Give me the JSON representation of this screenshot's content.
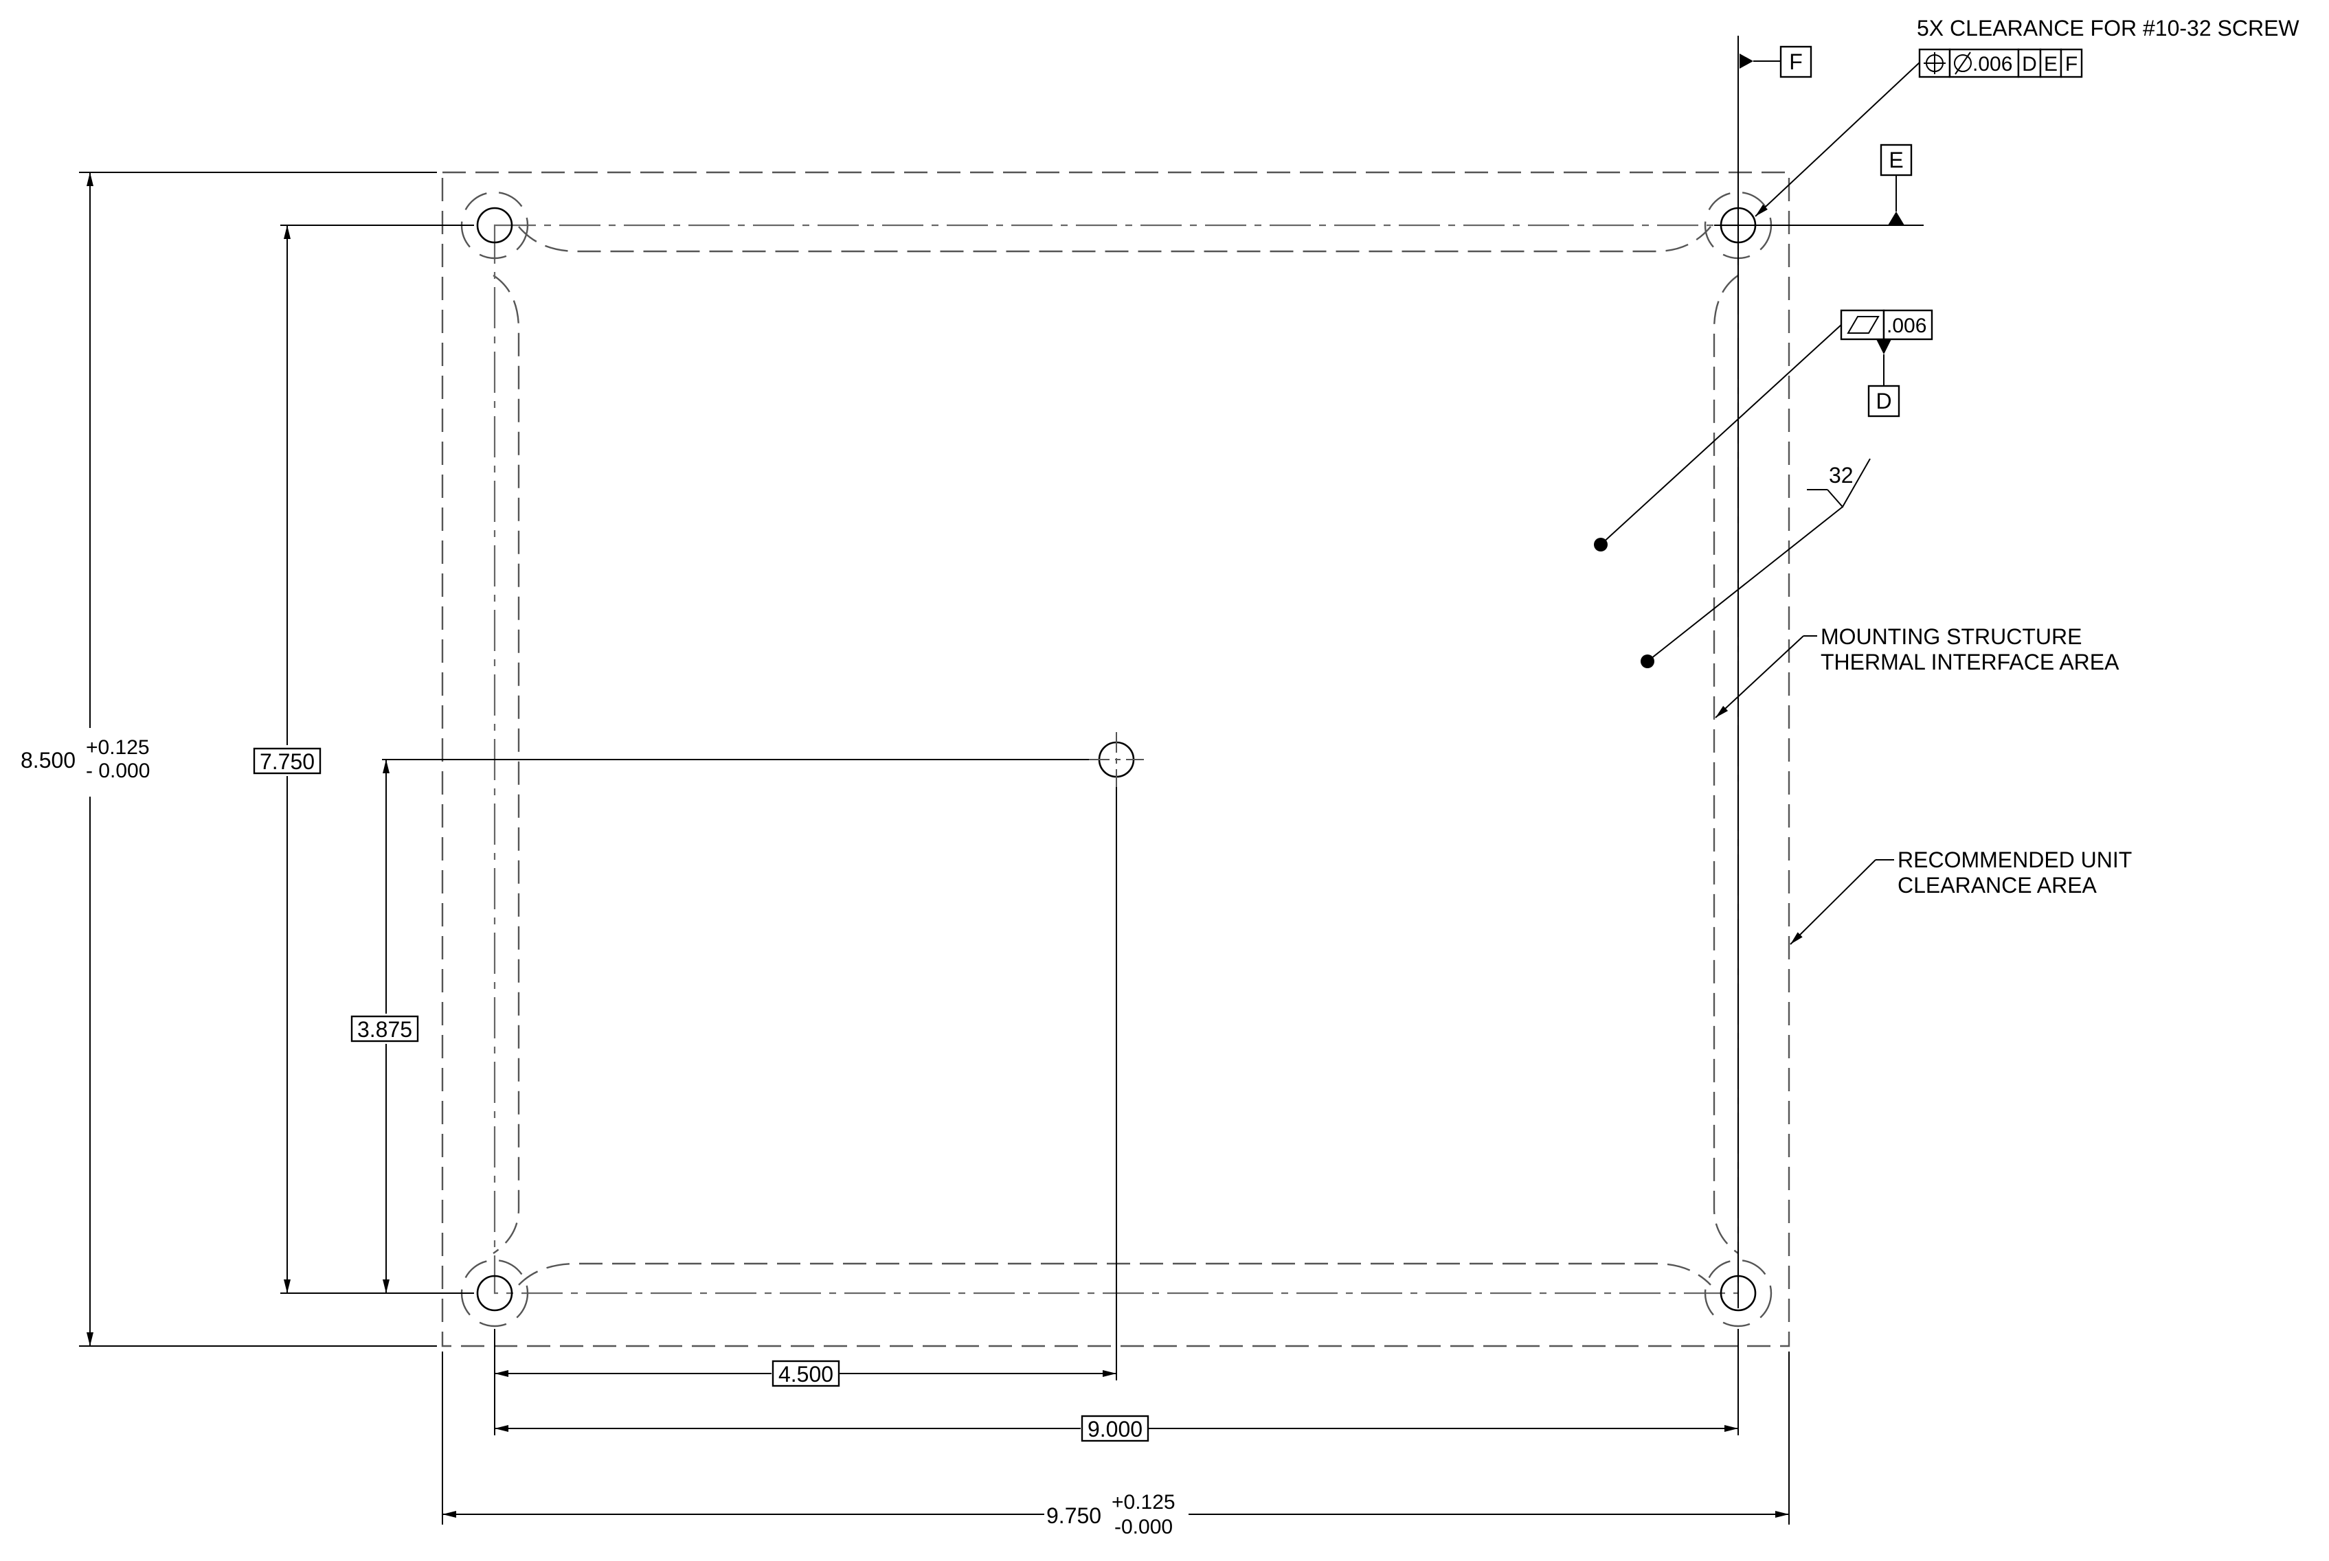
{
  "dimensions": {
    "overall_height": {
      "value": "8.500",
      "tol_plus": "+0.125",
      "tol_minus": "- 0.000"
    },
    "overall_width": {
      "value": "9.750",
      "tol_plus": "+0.125",
      "tol_minus": "-0.000"
    },
    "hole_spacing_vertical": "7.750",
    "hole_spacing_horizontal": "9.000",
    "center_hole_x": "4.500",
    "center_hole_y": "3.875"
  },
  "datums": {
    "e": "E",
    "f": "F",
    "d": "D"
  },
  "notes": {
    "clearance_holes": "5X CLEARANCE FOR #10-32 SCREW",
    "mounting_line1": "MOUNTING STRUCTURE",
    "mounting_line2": "THERMAL INTERFACE AREA",
    "clearance_line1": "RECOMMENDED UNIT",
    "clearance_line2": "CLEARANCE AREA"
  },
  "position_fcf": {
    "tolerance": ".006",
    "ref1": "D",
    "ref2": "E",
    "ref3": "F"
  },
  "flatness_fcf": {
    "tolerance": ".006"
  },
  "surface_finish": {
    "roughness": "32"
  },
  "symbols": {
    "position": "position-symbol-icon",
    "diameter": "diameter-symbol-icon",
    "flatness": "flatness-symbol-icon",
    "surface_finish": "surface-finish-icon"
  }
}
